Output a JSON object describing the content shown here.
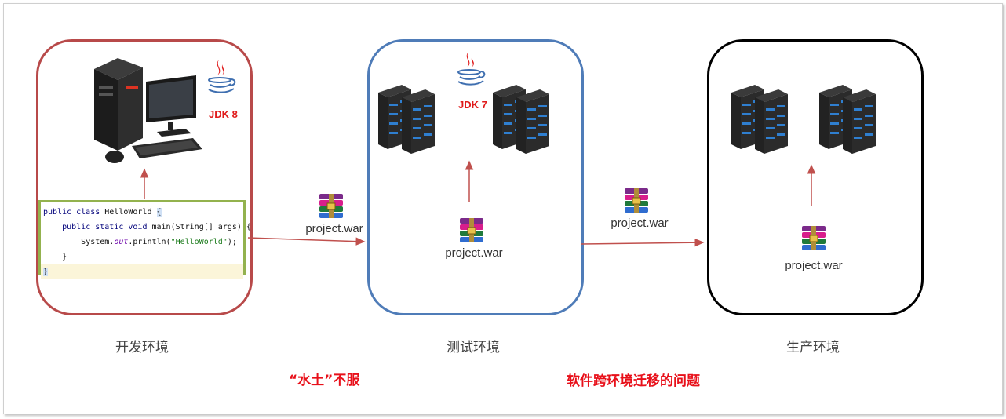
{
  "environments": [
    {
      "id": "dev",
      "label": "开发环境",
      "border_color": "#b84a4a",
      "jdk": "JDK 8"
    },
    {
      "id": "test",
      "label": "测试环境",
      "border_color": "#4f7cb8",
      "jdk": "JDK 7"
    },
    {
      "id": "prod",
      "label": "生产环境",
      "border_color": "#000000"
    }
  ],
  "artifact": {
    "war": "project.war"
  },
  "code_snippet": {
    "line1_kw": "public class",
    "line1_rest": " HelloWorld ",
    "line1_brace": "{",
    "line2_kw": "public static void",
    "line2_rest": " main(String[] args) {",
    "line3_a": "System.",
    "line3_out": "out",
    "line3_b": ".println(",
    "line3_str": "\"HelloWorld\"",
    "line3_c": ");",
    "line4": "}",
    "line5": "}"
  },
  "notes": {
    "left": "“水土”不服",
    "right": "软件跨环境迁移的问题"
  },
  "colors": {
    "arrow": "#c0504d",
    "note": "#e8101a",
    "code_border": "#93b24e"
  },
  "icons": [
    "desktop-computer-icon",
    "java-logo-icon",
    "server-rack-icon",
    "winrar-archive-icon",
    "arrow-icon"
  ]
}
